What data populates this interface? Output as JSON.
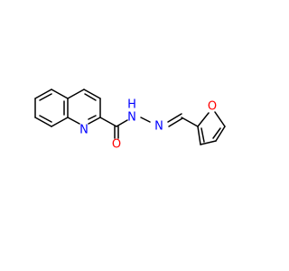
{
  "molecule": {
    "atoms": {
      "ring_n": {
        "label": "N",
        "color": "#0000ff"
      },
      "amide_n": {
        "label": "N",
        "color": "#0000ff"
      },
      "amide_h": {
        "label": "H",
        "color": "#0000ff"
      },
      "imine_n": {
        "label": "N",
        "color": "#0000ff"
      },
      "carbonyl_o": {
        "label": "O",
        "color": "#ff0000"
      },
      "furan_o": {
        "label": "O",
        "color": "#ff0000"
      }
    },
    "bond_color": "#000000"
  }
}
